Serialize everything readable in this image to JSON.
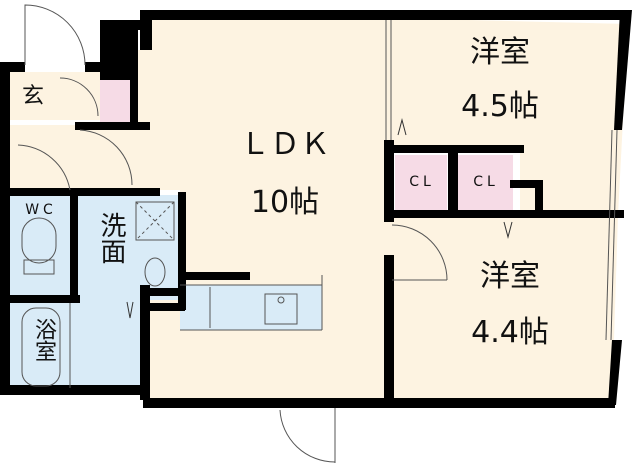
{
  "floor_plan": {
    "rooms": {
      "ldk": {
        "name": "ＬＤＫ",
        "size": "10帖"
      },
      "western_1": {
        "name": "洋室",
        "size": "4.5帖"
      },
      "western_2": {
        "name": "洋室",
        "size": "4.4帖"
      },
      "entrance": {
        "name": "玄"
      },
      "wc": {
        "name": "WC"
      },
      "washroom": {
        "name": "洗面"
      },
      "bathroom": {
        "name": "浴室"
      },
      "closet_1": {
        "name": "CL"
      },
      "closet_2": {
        "name": "CL"
      }
    },
    "colors": {
      "wall": "#000000",
      "living_floor": "#fdf3e1",
      "wet_floor": "#d9ebf7",
      "closet": "#f6dbe6",
      "background": "#ffffff"
    }
  }
}
